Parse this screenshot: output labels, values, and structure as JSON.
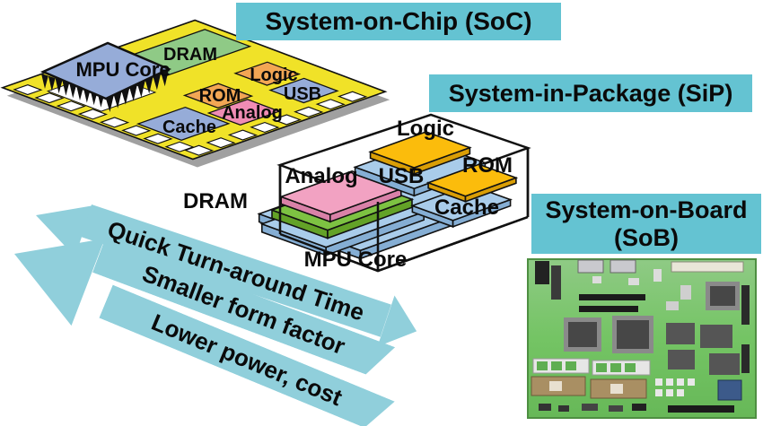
{
  "title_banners": {
    "soc": "System-on-Chip (SoC)",
    "sip": "System-in-Package (SiP)",
    "sob_line1": "System-on-Board",
    "sob_line2": "(SoB)"
  },
  "soc": {
    "labels": {
      "dram": "DRAM",
      "mpu_core": "MPU Core",
      "logic": "Logic",
      "rom": "ROM",
      "usb": "USB",
      "analog": "Analog",
      "cache": "Cache"
    }
  },
  "sip": {
    "labels": {
      "logic": "Logic",
      "rom": "ROM",
      "analog": "Analog",
      "usb": "USB",
      "dram": "DRAM",
      "cache": "Cache",
      "mpu_core": "MPU Core"
    }
  },
  "arrows": {
    "line1": "Quick Turn-around Time",
    "line2": "Smaller form factor",
    "line3": "Lower power, cost"
  },
  "colors": {
    "banner_bg": "#64C3D2",
    "arrow_fill": "#90CFDB",
    "soc_board_yellow": "#F0E228",
    "soc_shadow_gray": "#A0A0A0",
    "dram_green": "#8FCA86",
    "chip_blue": "#96ACD8",
    "logic_rom_orange": "#F2A654",
    "analog_pink": "#F08CB4",
    "sip_plate_blue": "#A9CCEA",
    "sip_plate_green": "#7DC242",
    "sip_plate_pink": "#F2A2C2",
    "sip_plate_yellow": "#FBBC0C",
    "pcb_green": "#74C464",
    "label_text": "#0a0a0a"
  }
}
